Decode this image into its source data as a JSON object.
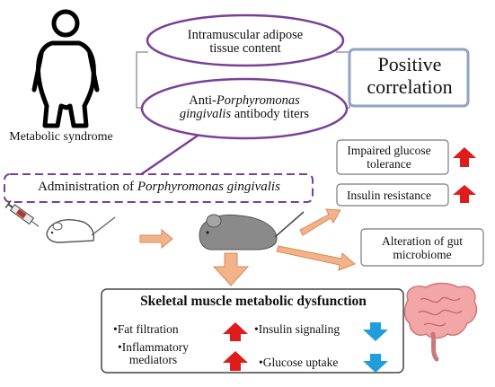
{
  "person": {
    "caption": "Metabolic syndrome"
  },
  "ellipse_top": {
    "line1": "Intramuscular adipose",
    "line2": "tissue content"
  },
  "ellipse_bottom": {
    "line1_prefix": "Anti-",
    "line1_italic": "Porphyromonas",
    "line2_italic": "gingivalis",
    "line2_suffix": " antibody titers"
  },
  "positive": {
    "line1": "Positive",
    "line2": "correlation"
  },
  "administration": {
    "prefix": "Administration of ",
    "italic": "Porphyromonas gingivalis"
  },
  "effects": {
    "glucose": {
      "line1": "Impaired glucose",
      "line2": "tolerance"
    },
    "insulin": "Insulin resistance",
    "gut": {
      "line1": "Alteration of gut",
      "line2": "microbiome"
    }
  },
  "skeletal": {
    "title": "Skeletal muscle metabolic dysfunction",
    "fat": "•Fat filtration",
    "inflammatory_1": "•Inflammatory",
    "inflammatory_2": "mediators",
    "insulin_signaling": "•Insulin signaling",
    "glucose_uptake": "•Glucose uptake"
  },
  "colors": {
    "purple": "#7b3f98",
    "box_border": "#7a7a7a",
    "positive_border": "#8fa3c4",
    "up_arrow": "#e01b1b",
    "down_arrow": "#1e9fdc",
    "orange_arrow": "#f2b38a",
    "orange_edge": "#d98a5b",
    "mouse_dark": "#8a8a8a",
    "gut_pink": "#f2a6a6"
  }
}
